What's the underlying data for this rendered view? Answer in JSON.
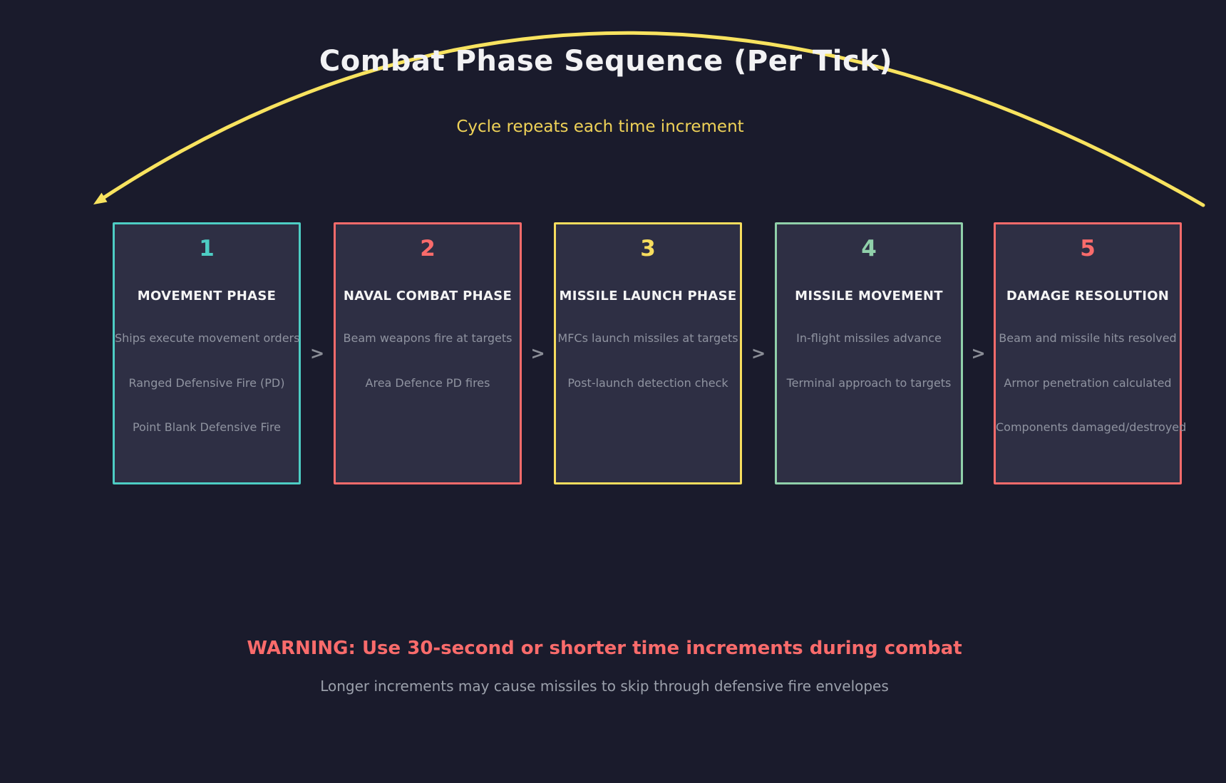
{
  "header": {
    "title": "Combat Phase Sequence (Per Tick)",
    "subtitle": "Cycle repeats each time increment"
  },
  "colors": {
    "background": "#1a1b2c",
    "box_fill": "#2e2f44",
    "cycle_arrow_yellow": "#f8e35f",
    "subtitle_yellow": "#efd258",
    "warning_red": "#f96b6b",
    "muted_text_gray": "#8f93a0",
    "chevron_gray": "#8a8d96"
  },
  "phases": [
    {
      "number": "1",
      "title": "MOVEMENT PHASE",
      "color": "#4dcdc4",
      "items": [
        "Ships execute movement orders",
        "Ranged Defensive Fire (PD)",
        "Point Blank Defensive Fire"
      ]
    },
    {
      "number": "2",
      "title": "NAVAL COMBAT PHASE",
      "color": "#f96b6b",
      "items": [
        "Beam weapons fire at targets",
        "Area Defence PD fires"
      ]
    },
    {
      "number": "3",
      "title": "MISSILE LAUNCH PHASE",
      "color": "#f7dd5e",
      "items": [
        "MFCs launch missiles at targets",
        "Post-launch detection check"
      ]
    },
    {
      "number": "4",
      "title": "MISSILE MOVEMENT",
      "color": "#90d0aa",
      "items": [
        "In-flight missiles advance",
        "Terminal approach to targets"
      ]
    },
    {
      "number": "5",
      "title": "DAMAGE RESOLUTION",
      "color": "#f96b6b",
      "items": [
        "Beam and missile hits resolved",
        "Armor penetration calculated",
        "Components damaged/destroyed"
      ]
    }
  ],
  "flow": {
    "chevron": ">"
  },
  "warning": {
    "title": "WARNING: Use 30-second or shorter time increments during combat",
    "subtitle": "Longer increments may cause missiles to skip through defensive fire envelopes"
  }
}
